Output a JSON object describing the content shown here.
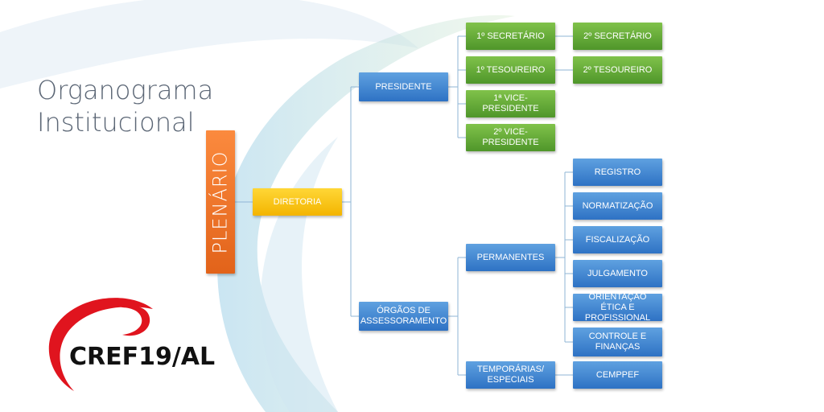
{
  "title": "Organograma\nInstitucional",
  "root": "PLENÁRIO",
  "diretoria": "DIRETORIA",
  "presidente": "PRESIDENTE",
  "orgaos": "ÓRGÃOS DE ASSESSORAMENTO",
  "secretario1": "1º SECRETÁRIO",
  "secretario2": "2º SECRETÁRIO",
  "tesoureiro1": "1º TESOUREIRO",
  "tesoureiro2": "2º TESOUREIRO",
  "vice1": "1ª VICE-PRESIDENTE",
  "vice2": "2º VICE-PRESIDENTE",
  "permanentes": "PERMANENTES",
  "temporarias": "TEMPORÁRIAS/ ESPECIAIS",
  "registro": "REGISTRO",
  "normatizacao": "NORMATIZAÇÃO",
  "fiscalizacao": "FISCALIZAÇÃO",
  "julgamento": "JULGAMENTO",
  "etica": "ORIENTAÇÃO ÉTICA E PROFISSIONAL",
  "controle": "CONTROLE E FINANÇAS",
  "cemppef": "CEMPPEF",
  "logo": "CREF19/AL",
  "colors": {
    "blue": "#3f85d2",
    "green": "#61a93a",
    "yellow": "#f7c512",
    "orange": "#f07228",
    "logo_red": "#e0141e"
  }
}
